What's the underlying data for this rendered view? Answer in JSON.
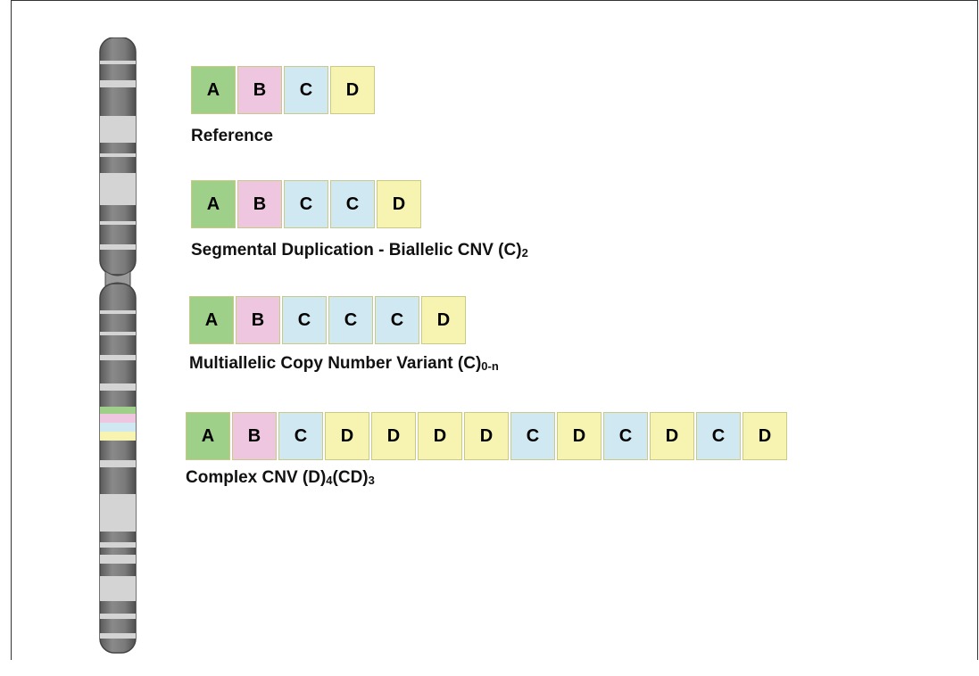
{
  "colors": {
    "A": "#9ed08a",
    "B": "#eec6df",
    "C": "#cfe8f2",
    "D": "#f6f4b0",
    "chrom_dark": "#6f6f6f",
    "chrom_light": "#d4d4d4"
  },
  "rows": [
    {
      "segments": [
        "A",
        "B",
        "C",
        "D"
      ],
      "label": "Reference",
      "label_sub": ""
    },
    {
      "segments": [
        "A",
        "B",
        "C",
        "C",
        "D"
      ],
      "label": "Segmental Duplication - Biallelic CNV (C)",
      "label_sub": "2"
    },
    {
      "segments": [
        "A",
        "B",
        "C",
        "C",
        "C",
        "D"
      ],
      "label": "Multiallelic Copy Number Variant (C)",
      "label_sub": "0-n"
    },
    {
      "segments": [
        "A",
        "B",
        "C",
        "D",
        "D",
        "D",
        "D",
        "C",
        "D",
        "C",
        "D",
        "C",
        "D"
      ],
      "label": "Complex CNV (D)",
      "label_sub": "4",
      "label_tail": "(CD)",
      "label_tail_sub": "3"
    }
  ]
}
